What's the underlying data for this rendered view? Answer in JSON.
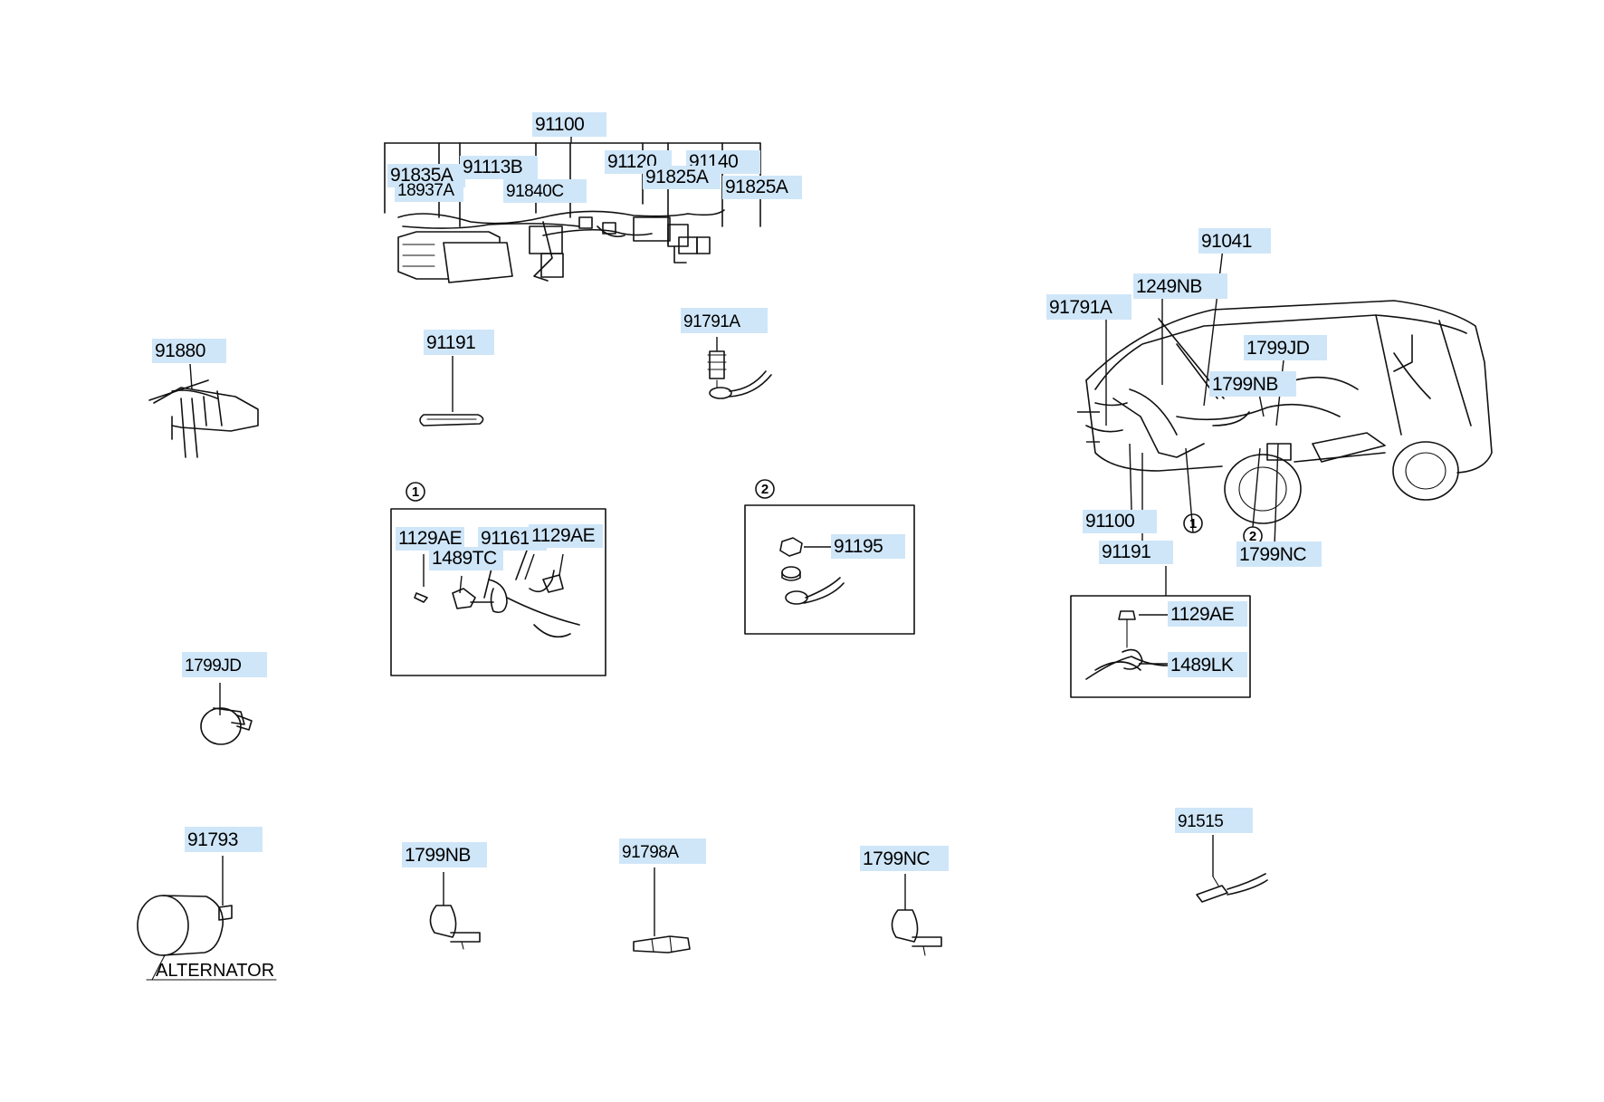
{
  "labels": [
    {
      "id": "l-91100-top",
      "text": "91100"
    },
    {
      "id": "l-91835A",
      "text": "91835A"
    },
    {
      "id": "l-18937A",
      "text": "18937A"
    },
    {
      "id": "l-91113B",
      "text": "91113B"
    },
    {
      "id": "l-91840C",
      "text": "91840C"
    },
    {
      "id": "l-91120",
      "text": "91120"
    },
    {
      "id": "l-91140",
      "text": "91140"
    },
    {
      "id": "l-91825A-1",
      "text": "91825A"
    },
    {
      "id": "l-91825A-2",
      "text": "91825A"
    },
    {
      "id": "l-91880",
      "text": "91880"
    },
    {
      "id": "l-91191-top",
      "text": "91191"
    },
    {
      "id": "l-91791A-mid",
      "text": "91791A"
    },
    {
      "id": "l-1129AE-1",
      "text": "1129AE"
    },
    {
      "id": "l-1489TC",
      "text": "1489TC"
    },
    {
      "id": "l-91161",
      "text": "91161"
    },
    {
      "id": "l-1129AE-2",
      "text": "1129AE"
    },
    {
      "id": "l-91195",
      "text": "91195"
    },
    {
      "id": "l-91041",
      "text": "91041"
    },
    {
      "id": "l-1249NB",
      "text": "1249NB"
    },
    {
      "id": "l-91791A-car",
      "text": "91791A"
    },
    {
      "id": "l-1799JD-car",
      "text": "1799JD"
    },
    {
      "id": "l-1799NB-car",
      "text": "1799NB"
    },
    {
      "id": "l-91100-car",
      "text": "91100"
    },
    {
      "id": "l-91191-car",
      "text": "91191"
    },
    {
      "id": "l-1799NC-car",
      "text": "1799NC"
    },
    {
      "id": "l-1129AE-car",
      "text": "1129AE"
    },
    {
      "id": "l-1489LK",
      "text": "1489LK"
    },
    {
      "id": "l-1799JD",
      "text": "1799JD"
    },
    {
      "id": "l-91793",
      "text": "91793"
    },
    {
      "id": "l-1799NB",
      "text": "1799NB"
    },
    {
      "id": "l-91798A",
      "text": "91798A"
    },
    {
      "id": "l-1799NC",
      "text": "1799NC"
    },
    {
      "id": "l-91515",
      "text": "91515"
    }
  ],
  "detail_markers": {
    "one": "1",
    "two": "2"
  },
  "alternator_label": "ALTERNATOR"
}
